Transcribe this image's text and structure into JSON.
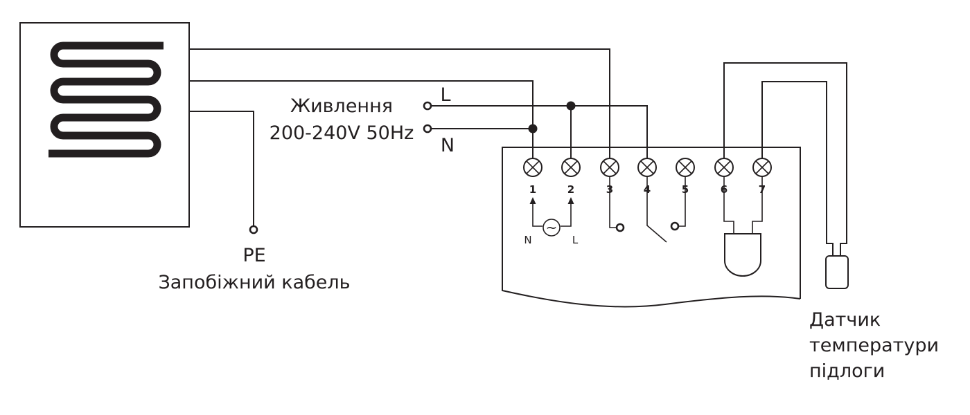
{
  "heater": {
    "pe_label": "PE",
    "safety_cable_label": "Запобіжний кабель"
  },
  "power": {
    "title": "Живлення",
    "spec": "200-240V 50Hz",
    "line_label": "L",
    "neutral_label": "N"
  },
  "thermostat": {
    "terminals": [
      "1",
      "2",
      "3",
      "4",
      "5",
      "6",
      "7"
    ],
    "supply_n_label": "N",
    "supply_l_label": "L",
    "ac_symbol": "~"
  },
  "sensor": {
    "label_lines": [
      "Датчик",
      "температури",
      "підлоги"
    ]
  },
  "colors": {
    "ink": "#231f20",
    "background": "#ffffff"
  }
}
